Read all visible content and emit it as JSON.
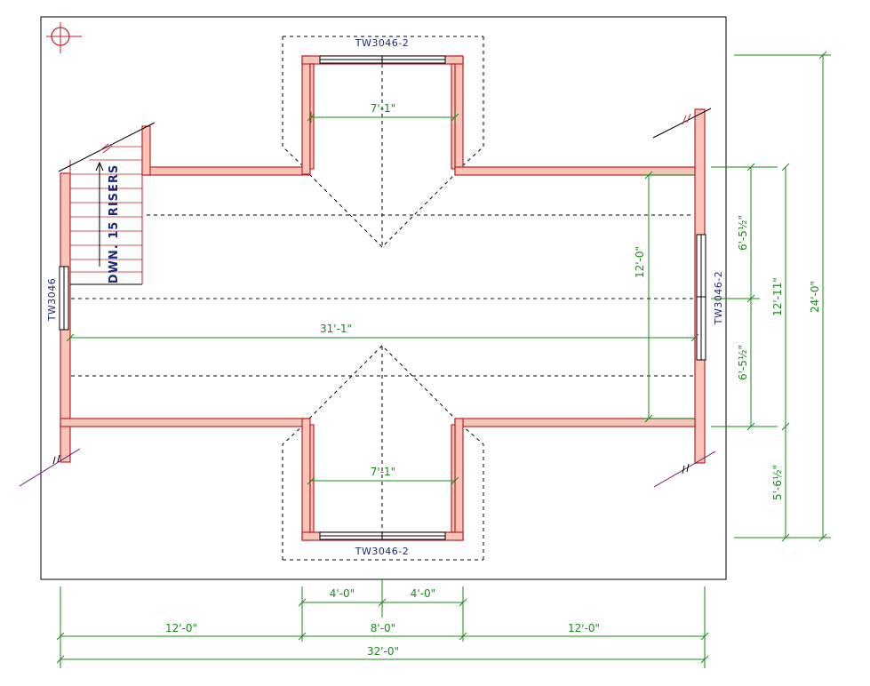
{
  "windows": {
    "top_dormer": "TW3046-2",
    "bottom_dormer": "TW3046-2",
    "left_wall": "TW3046",
    "right_wall": "TW3046-2"
  },
  "stair": {
    "label": "DWN. 15 RISERS"
  },
  "dimensions": {
    "top_dormer_width": "7'-1\"",
    "bottom_dormer_width": "7'-1\"",
    "interior_width": "31'-1\"",
    "interior_height": "12'-0\"",
    "right_upper": "6'-5½\"",
    "right_lower": "6'-5½\"",
    "right_middle_total": "12'-11\"",
    "right_bottom": "5'-6½\"",
    "right_overall": "24'-0\"",
    "bottom_left_half": "4'-0\"",
    "bottom_right_half": "4'-0\"",
    "bottom_left": "12'-0\"",
    "bottom_center": "8'-0\"",
    "bottom_right": "12'-0\"",
    "bottom_overall": "32'-0\""
  },
  "colors": {
    "wall_fill": "#f5c6b8",
    "wall_stroke": "#c0202a",
    "dimension": "#1a8a1a",
    "label": "#1b2a7a"
  }
}
